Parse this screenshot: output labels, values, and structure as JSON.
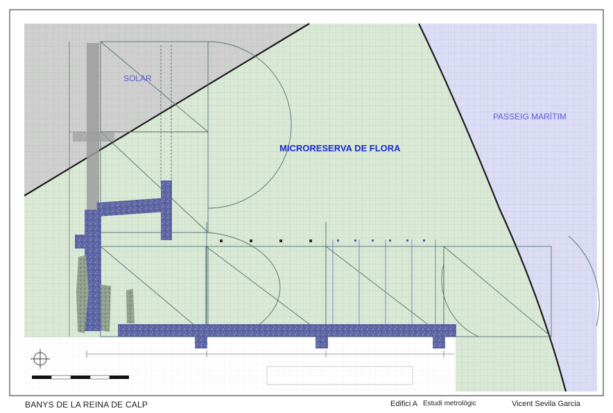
{
  "drawing": {
    "zones": {
      "solar": "SOLAR",
      "flora": "MICRORESERVA DE FLORA",
      "promenade": "PASSEIG MARÍTIM"
    },
    "colors": {
      "solar_zone": "#cfcfcf",
      "flora_zone": "#d9e9d5",
      "promenade_zone": "#dcdcf7",
      "zone_text": "#5a5ad6",
      "flora_text": "#1a2ad0",
      "ruin_fill": "#5e66a4",
      "grid": "#8aa58a",
      "boundary": "#1a1a1a"
    }
  },
  "footer": {
    "title": "BANYS DE LA REINA  DE CALP",
    "building": "Edifici A",
    "study": "Estudi metrològic",
    "author": "Vicent Sevila Garcia"
  }
}
